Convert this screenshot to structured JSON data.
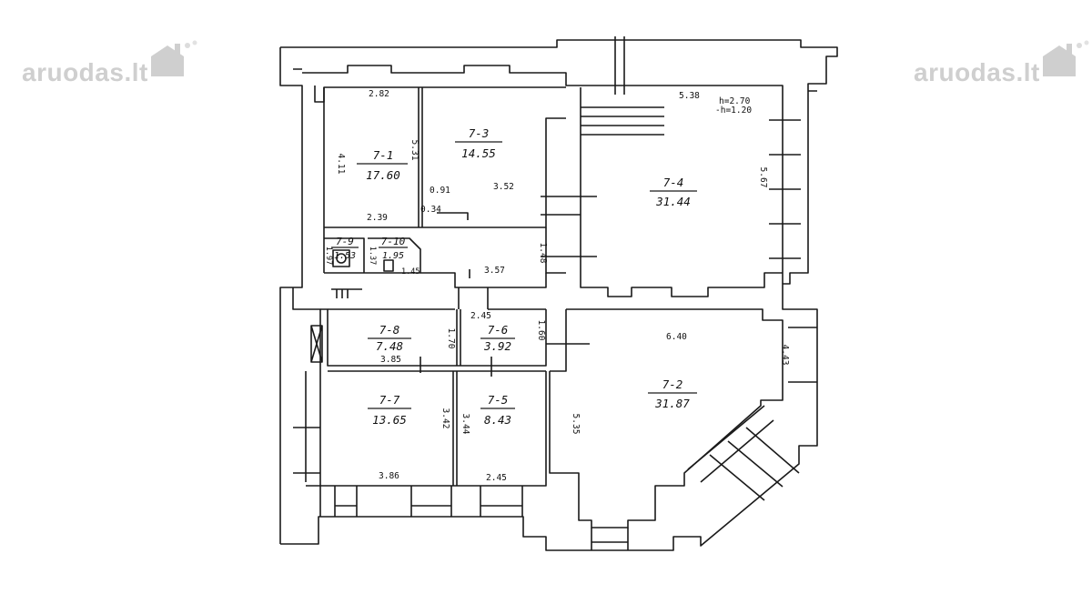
{
  "watermarks": {
    "left": "aruodas",
    "left_tld": ".lt",
    "right": "aruodas",
    "right_tld": ".lt"
  },
  "colors": {
    "ink": "#1a1a1a",
    "watermark": "#cfcfcf"
  },
  "rooms": {
    "r71": {
      "id": "7-1",
      "area": "17.60"
    },
    "r73": {
      "id": "7-3",
      "area": "14.55"
    },
    "r74": {
      "id": "7-4",
      "area": "31.44"
    },
    "r79": {
      "id": "7-9",
      "area": "1.53"
    },
    "r710": {
      "id": "7-10",
      "area": "1.95"
    },
    "r78": {
      "id": "7-8",
      "area": "7.48"
    },
    "r76": {
      "id": "7-6",
      "area": "3.92"
    },
    "r77": {
      "id": "7-7",
      "area": "13.65"
    },
    "r75": {
      "id": "7-5",
      "area": "8.43"
    },
    "r72": {
      "id": "7-2",
      "area": "31.87"
    }
  },
  "dims": {
    "d282": "2.82",
    "d411": "4.11",
    "d531": "5.31",
    "d091": "0.91",
    "d034": "0.34",
    "d352": "3.52",
    "d239": "2.39",
    "d148": "1.48",
    "d357": "3.57",
    "d538": "5.38",
    "height_a": "h=2.70",
    "height_b": "-h=1.20",
    "d567": "5.67",
    "d197": "1.97",
    "d137": "1.37",
    "d145": "1.45",
    "d245a": "2.45",
    "d170": "1.70",
    "d160": "1.60",
    "d385": "3.85",
    "d640": "6.40",
    "d443": "4.43",
    "d342": "3.42",
    "d344": "3.44",
    "d535": "5.35",
    "d386": "3.86",
    "d245b": "2.45"
  }
}
